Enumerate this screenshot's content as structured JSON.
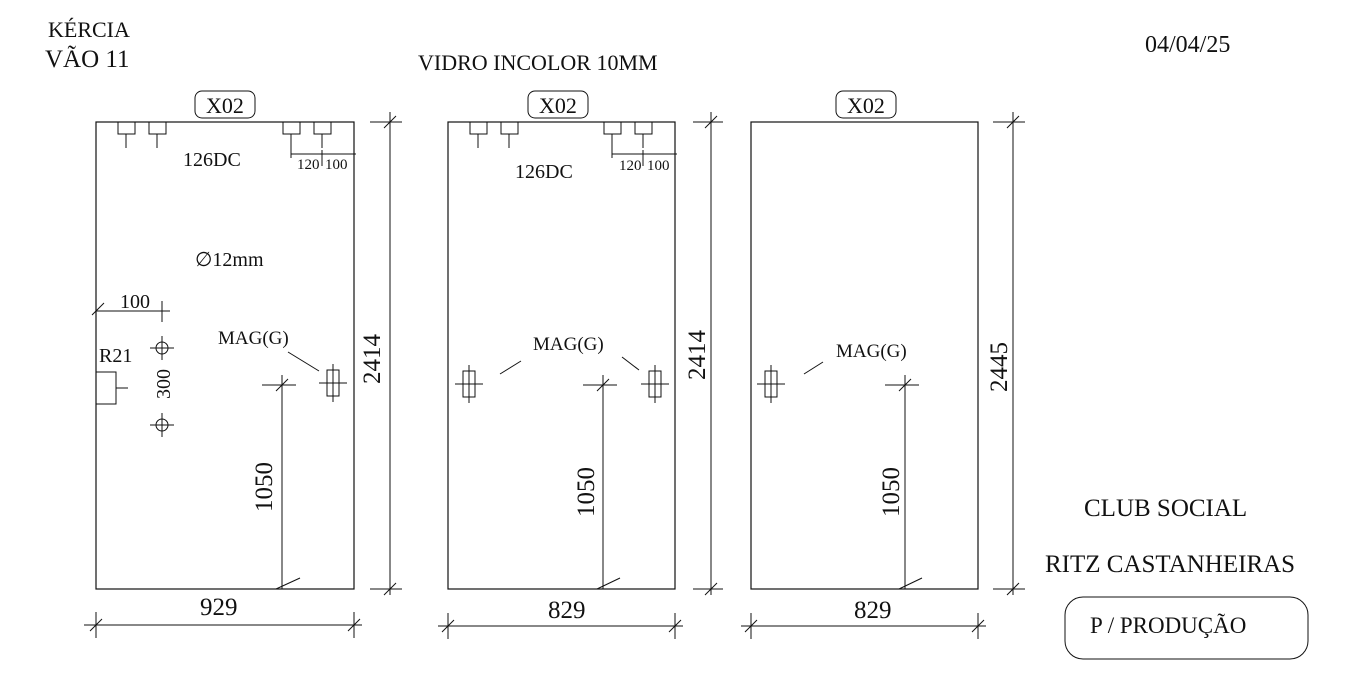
{
  "header": {
    "client": "KÉRCIA",
    "span": "VÃO 11",
    "material": "VIDRO INCOLOR 10MM",
    "date": "04/04/25"
  },
  "panels": [
    {
      "code": "X02",
      "width": "929",
      "height": "2414",
      "hardware_code": "126DC",
      "hinge_offsets": [
        "120",
        "100"
      ],
      "hole_diameter": "∅12mm",
      "handle_offset": "100",
      "radius": "R21",
      "handle_spacing": "300",
      "magnet": "MAG(G)",
      "magnet_height": "1050"
    },
    {
      "code": "X02",
      "width": "829",
      "height": "2414",
      "hardware_code": "126DC",
      "hinge_offsets": [
        "120",
        "100"
      ],
      "magnet": "MAG(G)",
      "magnet_height": "1050"
    },
    {
      "code": "X02",
      "width": "829",
      "height": "2445",
      "magnet": "MAG(G)",
      "magnet_height": "1050"
    }
  ],
  "project": {
    "line1": "CLUB SOCIAL",
    "line2": "RITZ CASTANHEIRAS",
    "status": "P / PRODUÇÃO"
  }
}
